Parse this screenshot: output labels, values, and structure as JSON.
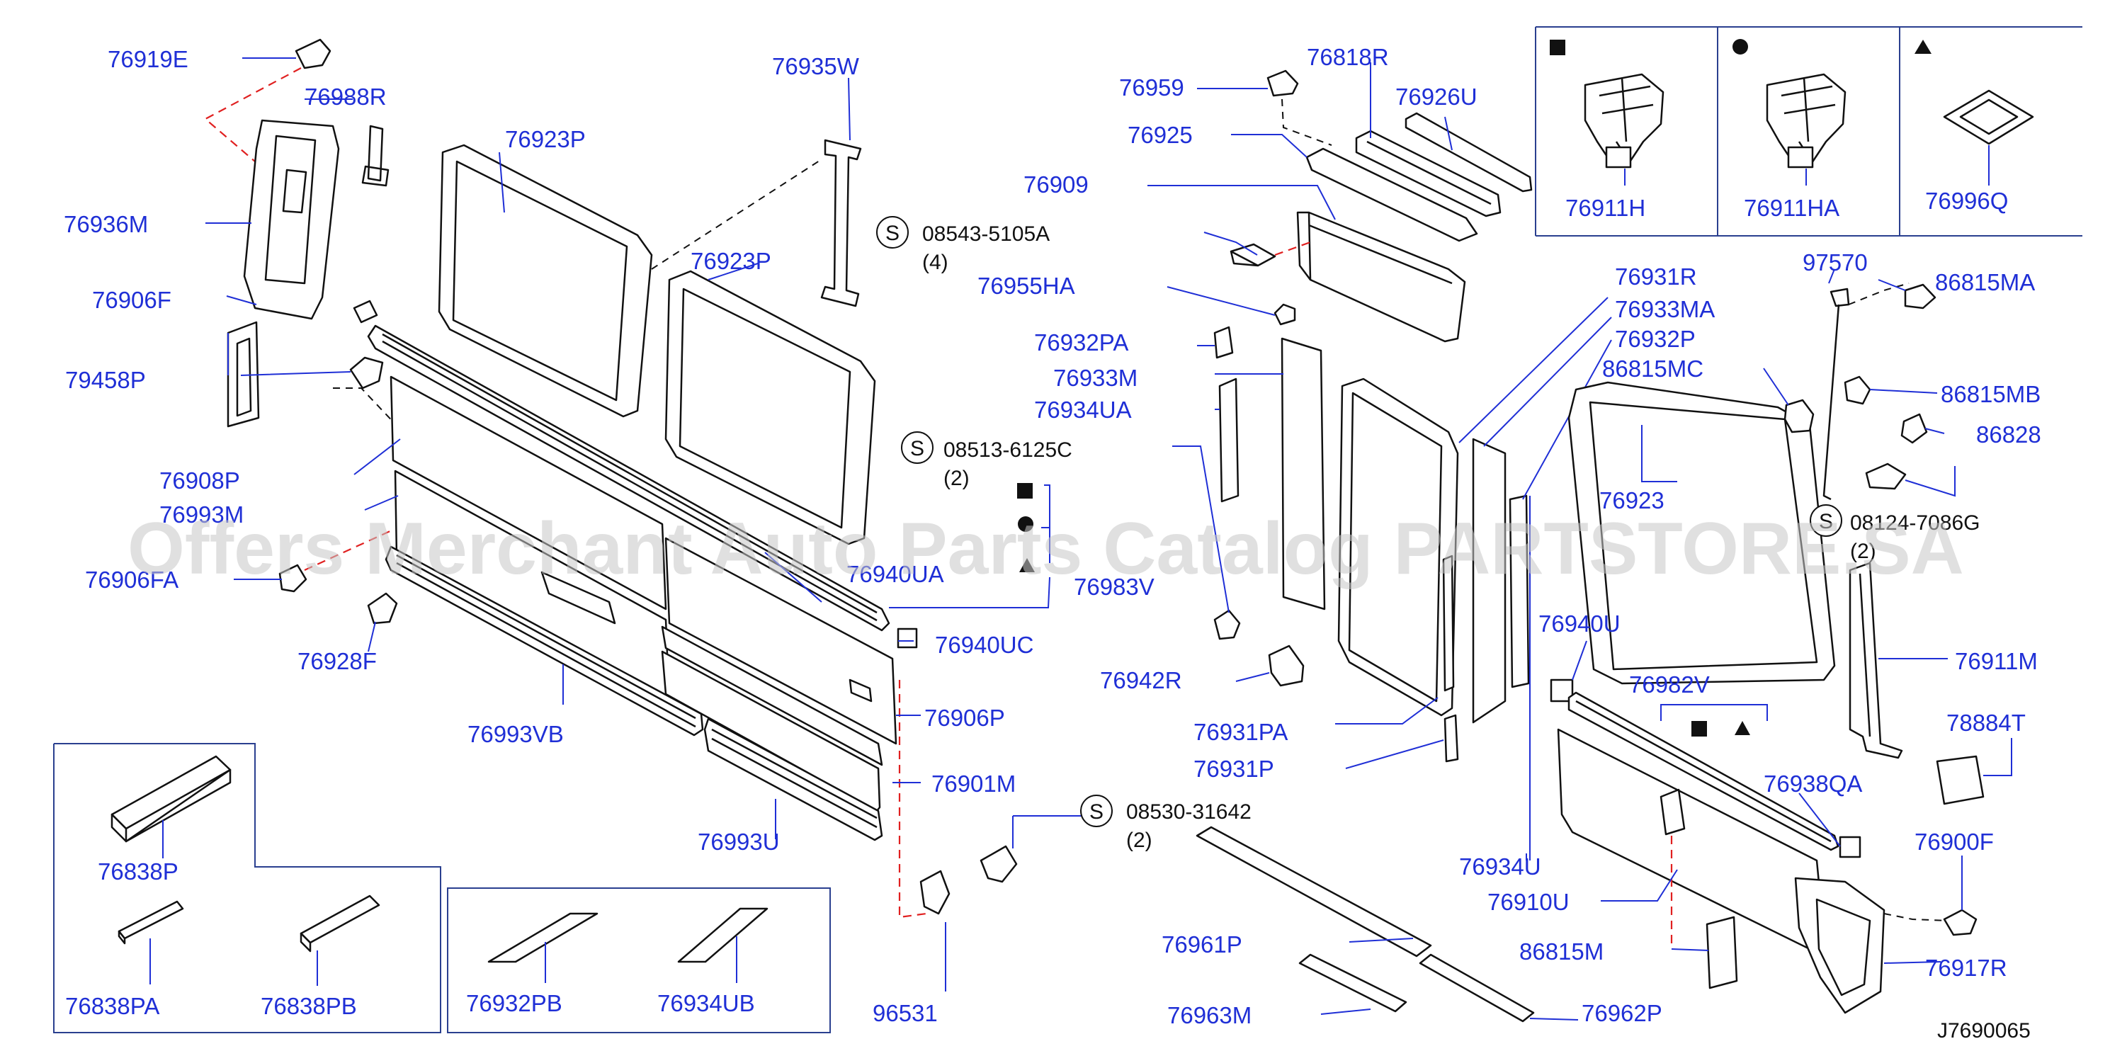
{
  "watermark": "Offers Merchant Auto Parts Catalog PARTSTORE.SA",
  "diagram_code": "J7690065",
  "colors": {
    "label": "#1f2fd6",
    "leader": "#1f2fd6",
    "part_line": "#111111",
    "hidden_line": "#e02020",
    "watermark": "#c8c8c8",
    "box": "#2a3f8f"
  },
  "symbols": {
    "square": "■",
    "circle": "●",
    "triangle": "▲",
    "standard": "S"
  },
  "labels": {
    "p76919E": "76919E",
    "p76988R": "76988R",
    "p76936M": "76936M",
    "p76906F": "76906F",
    "p79458P": "79458P",
    "p76923P_a": "76923P",
    "p76923P_b": "76923P",
    "p76935W": "76935W",
    "p76908P": "76908P",
    "p76993M": "76993M",
    "p76906FA": "76906FA",
    "p76928F": "76928F",
    "p76993VB": "76993VB",
    "p76940UA": "76940UA",
    "p76983V": "76983V",
    "p76940UC": "76940UC",
    "p76906P": "76906P",
    "p76901M": "76901M",
    "p76993U": "76993U",
    "p96531": "96531",
    "p76838P": "76838P",
    "p76838PA": "76838PA",
    "p76838PB": "76838PB",
    "p76932PB": "76932PB",
    "p76934UB": "76934UB",
    "p76959": "76959",
    "p76818R": "76818R",
    "p76926U": "76926U",
    "p76925": "76925",
    "p76909": "76909",
    "p76955HA": "76955HA",
    "p76932PA": "76932PA",
    "p76933M": "76933M",
    "p76934UA": "76934UA",
    "p76942R": "76942R",
    "p76931PA": "76931PA",
    "p76931P": "76931P",
    "p76931R": "76931R",
    "p76933MA": "76933MA",
    "p76932P": "76932P",
    "p86815MC": "86815MC",
    "p76923": "76923",
    "p76940U": "76940U",
    "p76934U": "76934U",
    "p76961P": "76961P",
    "p76963M": "76963M",
    "p76962P": "76962P",
    "p76910U": "76910U",
    "p86815M": "86815M",
    "p76982V": "76982V",
    "p76938QA": "76938QA",
    "p76900F": "76900F",
    "p76917R": "76917R",
    "p78884T": "78884T",
    "p76911M": "76911M",
    "p97570": "97570",
    "p86815MA": "86815MA",
    "p86815MB": "86815MB",
    "p86828": "86828",
    "p76911H": "76911H",
    "p76911HA": "76911HA",
    "p76996Q": "76996Q"
  },
  "standard_parts": {
    "s1": {
      "code": "08543-5105A",
      "qty": "(4)"
    },
    "s2": {
      "code": "08513-6125C",
      "qty": "(2)"
    },
    "s3": {
      "code": "08530-31642",
      "qty": "(2)"
    },
    "s4": {
      "code": "08124-7086G",
      "qty": "(2)"
    }
  }
}
